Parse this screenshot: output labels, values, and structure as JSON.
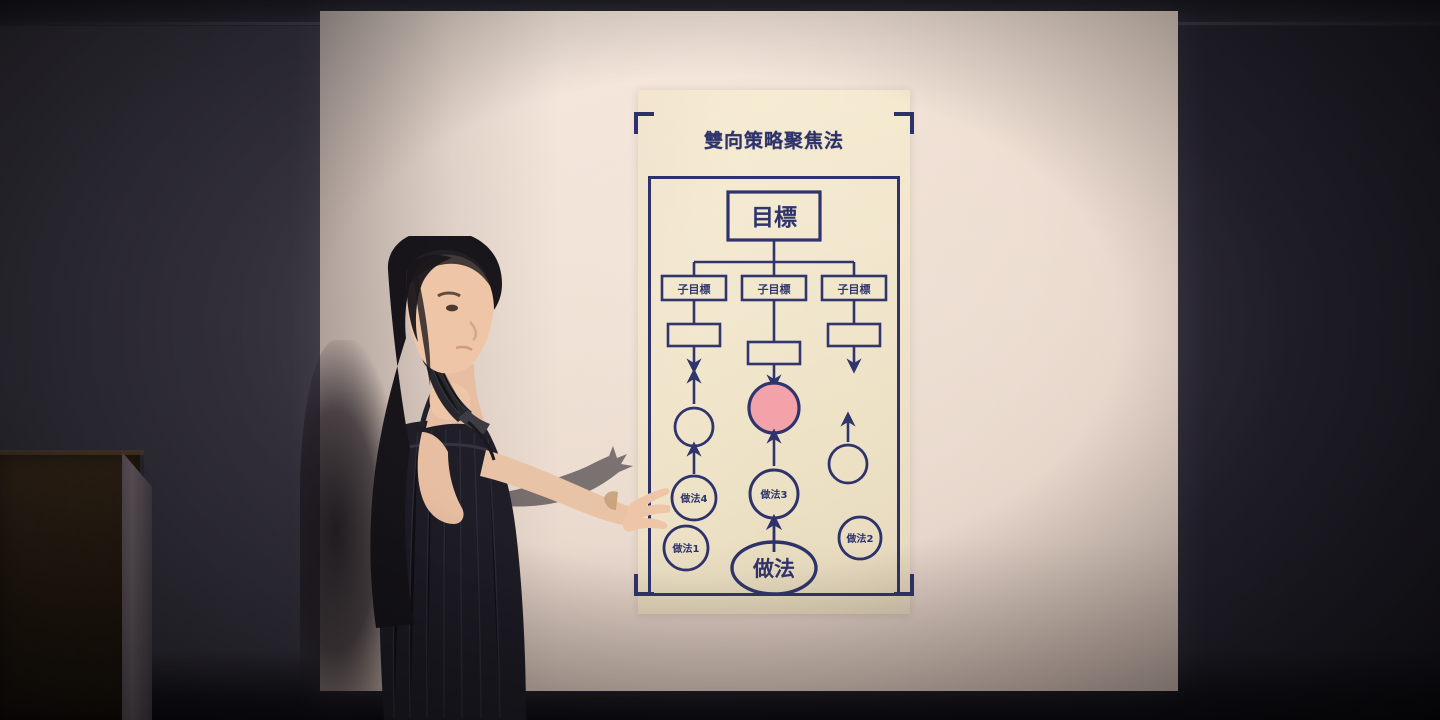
{
  "scene": {
    "description": "Presenter with microphone in a dark room gesturing toward a projected slide",
    "room_color": "#2e2b36",
    "screen_color": "#ecdcd0",
    "slide_color": "#f2e7cd",
    "ink_color": "#2a2f69",
    "accent_color": "#f4a0a8"
  },
  "slide": {
    "title": "雙向策略聚焦法",
    "goal": {
      "label": "目標"
    },
    "subgoals": [
      {
        "label": "子目標"
      },
      {
        "label": "子目標"
      },
      {
        "label": "子目標"
      }
    ],
    "connector_boxes": [
      {
        "label": ""
      },
      {
        "label": ""
      },
      {
        "label": ""
      }
    ],
    "mid_nodes": [
      {
        "label": "",
        "filled": false,
        "color": "#f6ecd2"
      },
      {
        "label": "",
        "filled": true,
        "color": "#f4a0a8"
      },
      {
        "label": "",
        "filled": false,
        "color": "#f6ecd2"
      }
    ],
    "actions": [
      {
        "label": "做法4"
      },
      {
        "label": "做法3"
      },
      {
        "label": "做法1"
      },
      {
        "label": "做法2"
      }
    ],
    "action_root": {
      "label": "做法"
    }
  }
}
